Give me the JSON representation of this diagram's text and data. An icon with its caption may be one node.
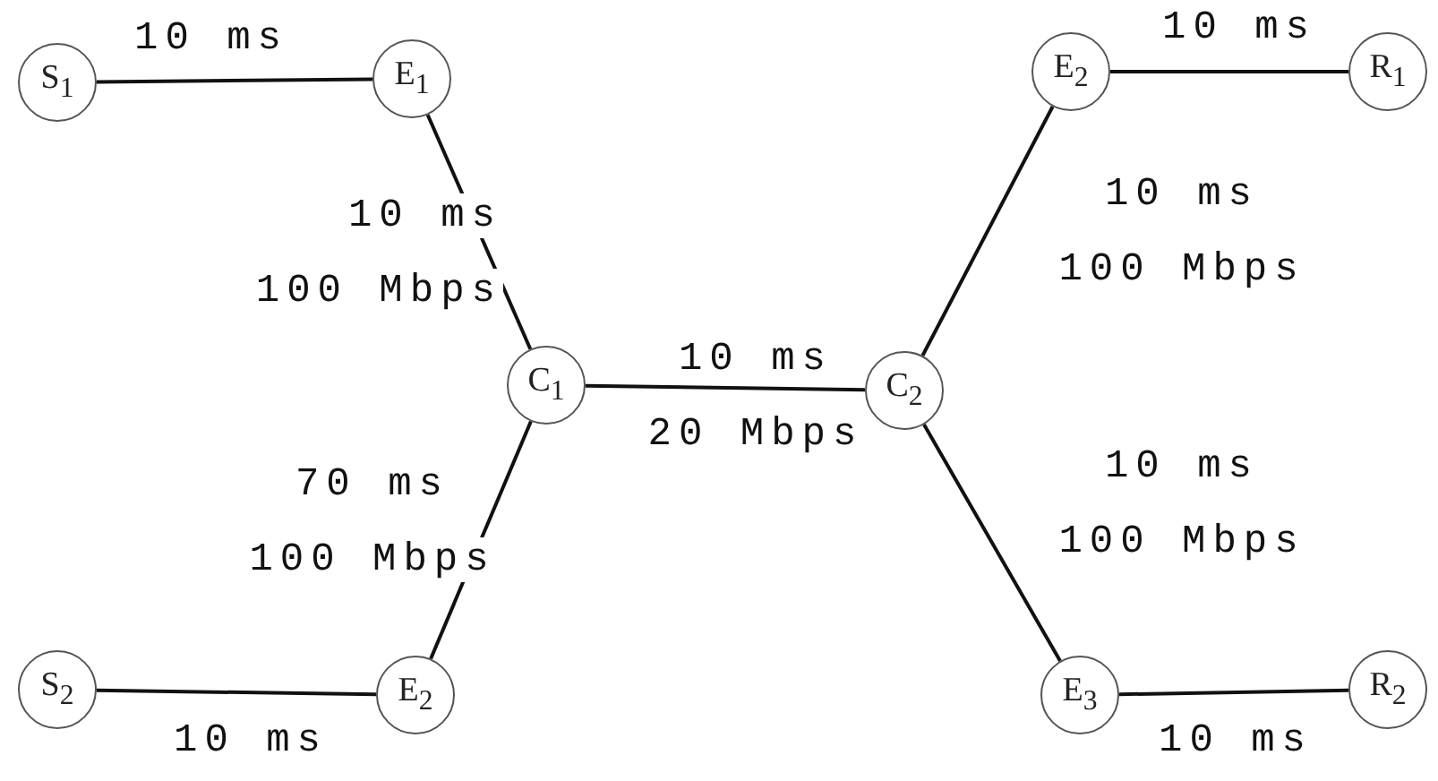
{
  "diagram": {
    "nodes": [
      {
        "text": [
          "S$_{1}$"
        ]
      },
      {
        "text": [
          "E$_{1}$"
        ]
      },
      {
        "text": [
          "E$_{2}$"
        ]
      },
      {
        "text": [
          "R$_{1}$"
        ]
      },
      {
        "text": [
          "C$_{1}$"
        ]
      },
      {
        "text": [
          "C$_{2}$"
        ]
      },
      {
        "text": [
          "S$_{2}$"
        ]
      },
      {
        "text": [
          "E$_{2}$"
        ]
      },
      {
        "text": [
          "E$_{3}$"
        ]
      },
      {
        "text": [
          "R$_{2}$"
        ]
      }
    ],
    "edges": [
      {
        "from": 0,
        "to": 1,
        "arrow": "none",
        "label": "10 ms"
      },
      {
        "from": 1,
        "to": 4,
        "arrow": "none",
        "label": "10 ms 100 Mbps"
      },
      {
        "from": 2,
        "to": 3,
        "arrow": "none",
        "label": "10 ms"
      },
      {
        "from": 2,
        "to": 5,
        "arrow": "none",
        "label": "10 ms 100 Mbps"
      },
      {
        "from": 4,
        "to": 5,
        "arrow": "none",
        "label": "10 ms 20 Mbps"
      },
      {
        "from": 4,
        "to": 7,
        "arrow": "none",
        "label": "70 ms 100 Mbps"
      },
      {
        "from": 5,
        "to": 8,
        "arrow": "none",
        "label": "10 ms 100 Mbps"
      },
      {
        "from": 6,
        "to": 7,
        "arrow": "none",
        "label": "10 ms"
      },
      {
        "from": 8,
        "to": 9,
        "arrow": "none",
        "label": "10 ms"
      }
    ]
  }
}
